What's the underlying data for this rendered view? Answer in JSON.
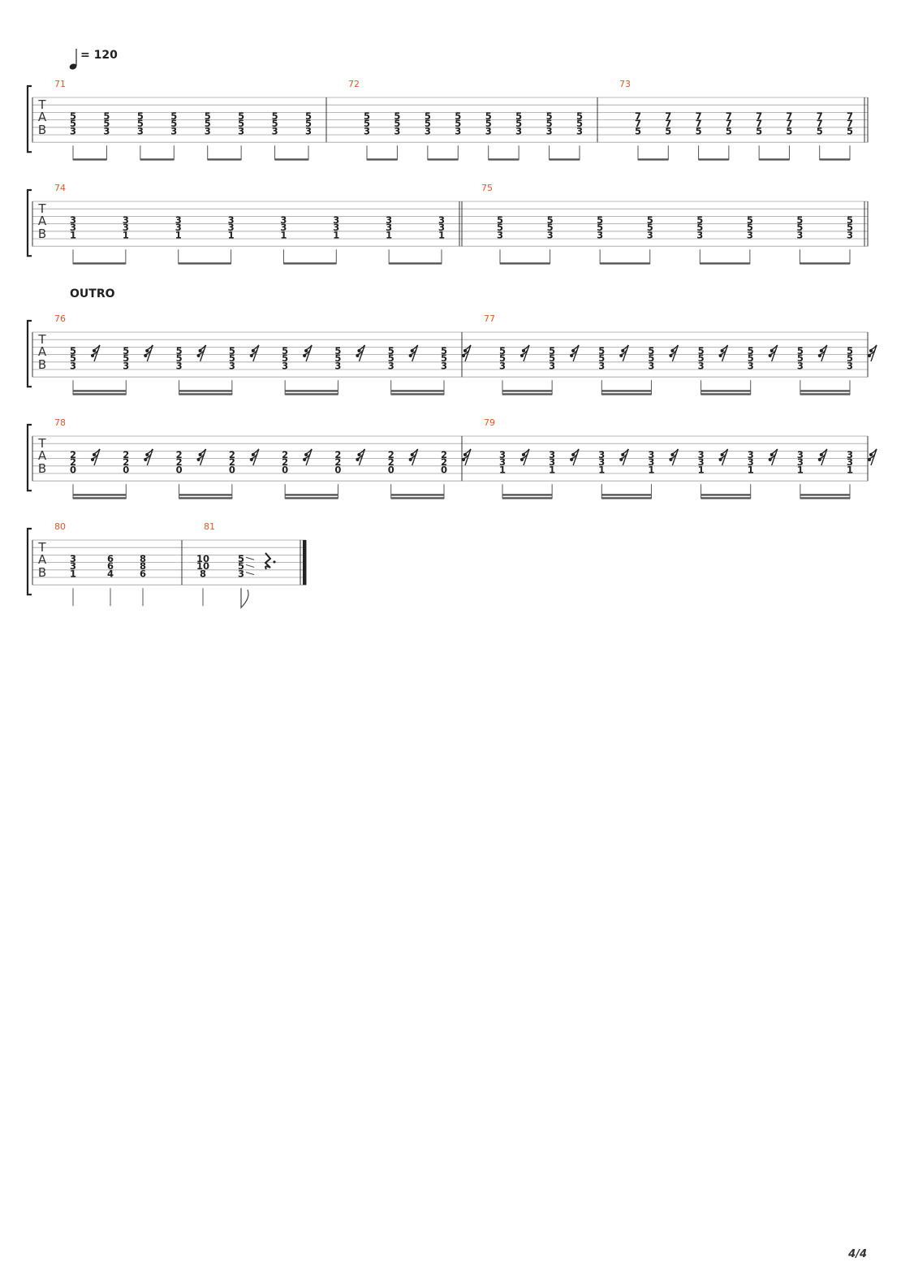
{
  "tempo": {
    "bpm_label": "= 120",
    "note_icon": "quarter-note-icon"
  },
  "section_label": "OUTRO",
  "page_number": "4/4",
  "tab_clef": [
    "T",
    "A",
    "B"
  ],
  "colors": {
    "measure_number": "#e0562b",
    "staff_line": "#a0a0a0",
    "ink": "#222222"
  },
  "systems": [
    {
      "measures": [
        {
          "number": "71",
          "beats": [
            [
              "5",
              "5",
              "3"
            ],
            [
              "5",
              "5",
              "3"
            ],
            [
              "5",
              "5",
              "3"
            ],
            [
              "5",
              "5",
              "3"
            ],
            [
              "5",
              "5",
              "3"
            ],
            [
              "5",
              "5",
              "3"
            ],
            [
              "5",
              "5",
              "3"
            ],
            [
              "5",
              "5",
              "3"
            ]
          ],
          "rests": false,
          "beam": "eighth"
        },
        {
          "number": "72",
          "beats": [
            [
              "5",
              "5",
              "3"
            ],
            [
              "5",
              "5",
              "3"
            ],
            [
              "5",
              "5",
              "3"
            ],
            [
              "5",
              "5",
              "3"
            ],
            [
              "5",
              "5",
              "3"
            ],
            [
              "5",
              "5",
              "3"
            ],
            [
              "5",
              "5",
              "3"
            ],
            [
              "5",
              "5",
              "3"
            ]
          ],
          "rests": false,
          "beam": "eighth"
        },
        {
          "number": "73",
          "beats": [
            [
              "7",
              "7",
              "5"
            ],
            [
              "7",
              "7",
              "5"
            ],
            [
              "7",
              "7",
              "5"
            ],
            [
              "7",
              "7",
              "5"
            ],
            [
              "7",
              "7",
              "5"
            ],
            [
              "7",
              "7",
              "5"
            ],
            [
              "7",
              "7",
              "5"
            ],
            [
              "7",
              "7",
              "5"
            ]
          ],
          "rests": false,
          "beam": "eighth"
        }
      ]
    },
    {
      "measures": [
        {
          "number": "74",
          "beats": [
            [
              "3",
              "3",
              "1"
            ],
            [
              "3",
              "3",
              "1"
            ],
            [
              "3",
              "3",
              "1"
            ],
            [
              "3",
              "3",
              "1"
            ],
            [
              "3",
              "3",
              "1"
            ],
            [
              "3",
              "3",
              "1"
            ],
            [
              "3",
              "3",
              "1"
            ],
            [
              "3",
              "3",
              "1"
            ]
          ],
          "rests": false,
          "beam": "eighth"
        },
        {
          "number": "75",
          "beats": [
            [
              "5",
              "5",
              "3"
            ],
            [
              "5",
              "5",
              "3"
            ],
            [
              "5",
              "5",
              "3"
            ],
            [
              "5",
              "5",
              "3"
            ],
            [
              "5",
              "5",
              "3"
            ],
            [
              "5",
              "5",
              "3"
            ],
            [
              "5",
              "5",
              "3"
            ],
            [
              "5",
              "5",
              "3"
            ]
          ],
          "rests": false,
          "beam": "eighth"
        }
      ]
    },
    {
      "measures": [
        {
          "number": "76",
          "beats": [
            [
              "5",
              "5",
              "3"
            ],
            [
              "5",
              "5",
              "3"
            ],
            [
              "5",
              "5",
              "3"
            ],
            [
              "5",
              "5",
              "3"
            ],
            [
              "5",
              "5",
              "3"
            ],
            [
              "5",
              "5",
              "3"
            ],
            [
              "5",
              "5",
              "3"
            ],
            [
              "5",
              "5",
              "3"
            ]
          ],
          "rests": true,
          "beam": "sixteenth"
        },
        {
          "number": "77",
          "beats": [
            [
              "5",
              "5",
              "3"
            ],
            [
              "5",
              "5",
              "3"
            ],
            [
              "5",
              "5",
              "3"
            ],
            [
              "5",
              "5",
              "3"
            ],
            [
              "5",
              "5",
              "3"
            ],
            [
              "5",
              "5",
              "3"
            ],
            [
              "5",
              "5",
              "3"
            ],
            [
              "5",
              "5",
              "3"
            ]
          ],
          "rests": true,
          "beam": "sixteenth"
        }
      ]
    },
    {
      "measures": [
        {
          "number": "78",
          "beats": [
            [
              "2",
              "2",
              "0"
            ],
            [
              "2",
              "2",
              "0"
            ],
            [
              "2",
              "2",
              "0"
            ],
            [
              "2",
              "2",
              "0"
            ],
            [
              "2",
              "2",
              "0"
            ],
            [
              "2",
              "2",
              "0"
            ],
            [
              "2",
              "2",
              "0"
            ],
            [
              "2",
              "2",
              "0"
            ]
          ],
          "rests": true,
          "beam": "sixteenth"
        },
        {
          "number": "79",
          "beats": [
            [
              "3",
              "3",
              "1"
            ],
            [
              "3",
              "3",
              "1"
            ],
            [
              "3",
              "3",
              "1"
            ],
            [
              "3",
              "3",
              "1"
            ],
            [
              "3",
              "3",
              "1"
            ],
            [
              "3",
              "3",
              "1"
            ],
            [
              "3",
              "3",
              "1"
            ],
            [
              "3",
              "3",
              "1"
            ]
          ],
          "rests": true,
          "beam": "sixteenth"
        }
      ]
    },
    {
      "measures": [
        {
          "number": "80",
          "beats": [
            [
              "3",
              "3",
              "1"
            ],
            [
              "6",
              "6",
              "4"
            ],
            [
              "8",
              "8",
              "6"
            ]
          ],
          "rests": false,
          "beam": "quarter"
        },
        {
          "number": "81",
          "beats": [
            [
              "10",
              "10",
              "8"
            ],
            [
              "5",
              "5",
              "3"
            ]
          ],
          "rests": false,
          "beam": "final",
          "final_rest": true
        }
      ]
    }
  ]
}
